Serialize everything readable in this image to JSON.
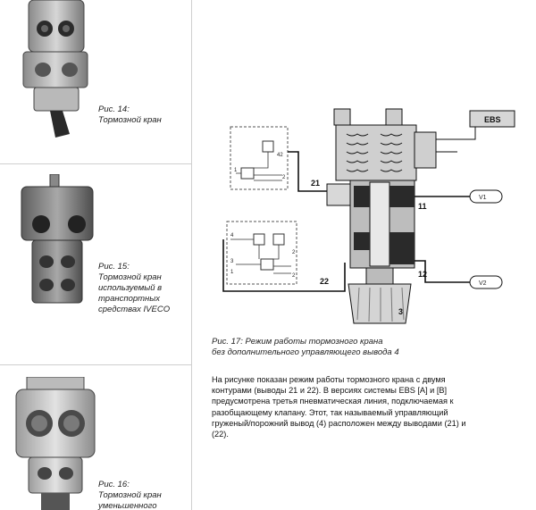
{
  "figures": [
    {
      "caption_line1": "Рис. 14:",
      "caption_line2": "Тормозной кран"
    },
    {
      "caption_line1": "Рис. 15:",
      "caption_line2": "Тормозной кран",
      "caption_line3": "используемый в",
      "caption_line4": "транспортных",
      "caption_line5": "средствах IVECO"
    },
    {
      "caption_line1": "Рис. 16:",
      "caption_line2": "Тормозной кран",
      "caption_line3": "уменьшенного"
    }
  ],
  "diagram": {
    "ebs_label": "EBS",
    "port_21": "21",
    "port_22": "22",
    "port_11": "11",
    "port_12": "12",
    "port_3": "3",
    "v1": "V1",
    "v2": "V2",
    "inset_labels": {
      "a_42": "42",
      "a_1": "1",
      "a_2": "2",
      "b_4": "4",
      "b_3": "3",
      "b_1": "1",
      "b_2a": "2",
      "b_2b": "2"
    }
  },
  "caption17": {
    "line1": "Рис. 17: Режим работы тормозного крана",
    "line2": "без дополнительного управляющего вывода 4"
  },
  "paragraph": {
    "line1": "На рисунке показан режим работы тормозного крана с двумя",
    "line2": "контурами (выводы 21 и 22). В версиях системы EBS [A] и [B]",
    "line3": "предусмотрена третья пневматическая линия, подключаемая к",
    "line4": "разобщающему клапану.  Этот, так называемый управляющий",
    "line5": "груженый/порожний вывод (4) расположен между выводами (21) и",
    "line6": "(22)."
  }
}
